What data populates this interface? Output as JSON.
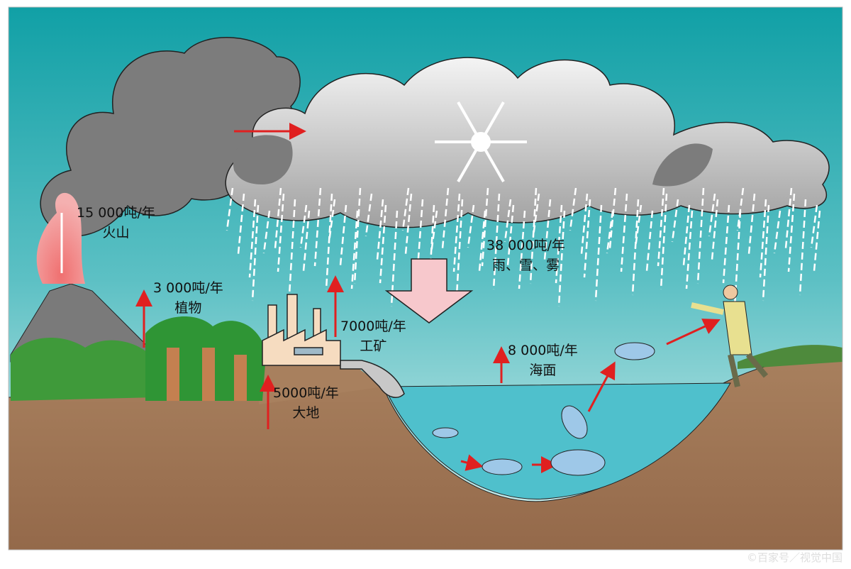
{
  "labels": {
    "volcano": {
      "amount": "15 000吨/年",
      "name": "火山"
    },
    "plants": {
      "amount": "3 000吨/年",
      "name": "植物"
    },
    "mining": {
      "amount": "7000吨/年",
      "name": "工矿"
    },
    "land": {
      "amount": "5000吨/年",
      "name": "大地"
    },
    "precipitation": {
      "amount": "38 000吨/年",
      "name": "雨、雪、雾"
    },
    "sea": {
      "amount": "8 000吨/年",
      "name": "海面"
    }
  },
  "watermark": "©百家号／视觉中国",
  "colors": {
    "sky": "#1aa3a8",
    "ground": "#a57e5e",
    "sea": "#4fc0cc",
    "arrow": "#e02020",
    "cloud": "#8a8a8a"
  }
}
